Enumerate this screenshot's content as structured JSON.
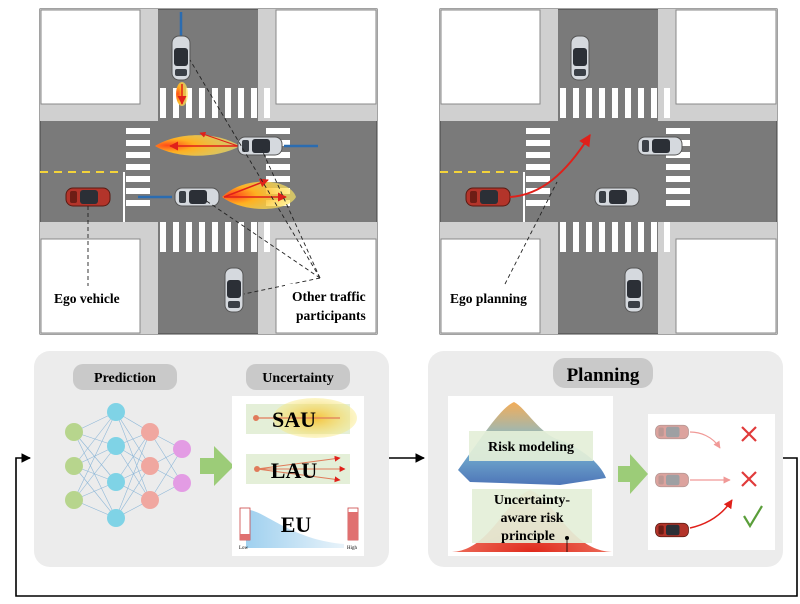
{
  "left_scene": {
    "ego_label": "Ego vehicle",
    "others_label_line1": "Other traffic",
    "others_label_line2": "participants"
  },
  "right_scene": {
    "ego_label": "Ego planning"
  },
  "modules": {
    "prediction_title": "Prediction",
    "uncertainty_title": "Uncertainty",
    "sau": "SAU",
    "lau": "LAU",
    "eu": "EU",
    "eu_low": "Low",
    "eu_high": "High",
    "planning_title": "Planning",
    "risk_modeling": "Risk modeling",
    "principle_line1": "Uncertainty-",
    "principle_line2": "aware risk",
    "principle_line3": "principle"
  },
  "colors": {
    "road": "#7a7a7a",
    "sidewalk": "#d0d0d0",
    "ego_car": "#b3342a",
    "trajectory": "#e0201a",
    "lane_blue": "#2b6cb0",
    "panel": "#ececec",
    "arrow_green": "#9ccc78",
    "nn_green": "#b7d58d",
    "nn_blue": "#7fd3e6",
    "nn_pink": "#f0a7a0",
    "nn_magenta": "#e39ce4"
  }
}
